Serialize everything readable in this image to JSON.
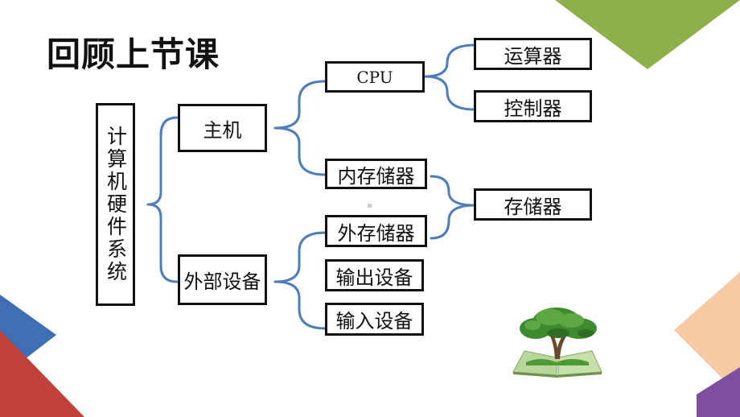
{
  "slide": {
    "title": "回顾上节课"
  },
  "diagram": {
    "root": "计算机硬件系统",
    "main_unit": "主机",
    "peripherals": "外部设备",
    "cpu": "CPU",
    "alu": "运算器",
    "control_unit": "控制器",
    "internal_memory": "内存储器",
    "storage": "存储器",
    "external_memory": "外存储器",
    "output_device": "输出设备",
    "input_device": "输入设备"
  },
  "colors": {
    "connector": "#4f7db8",
    "green_triangle": "#8db04a",
    "blue_triangle": "#3e6fb4",
    "red_triangle": "#c0403a",
    "peach_triangle": "#f7caa6",
    "purple_triangle": "#7e4f9d"
  },
  "icons": {
    "tree": "tree-on-open-book-illustration"
  }
}
